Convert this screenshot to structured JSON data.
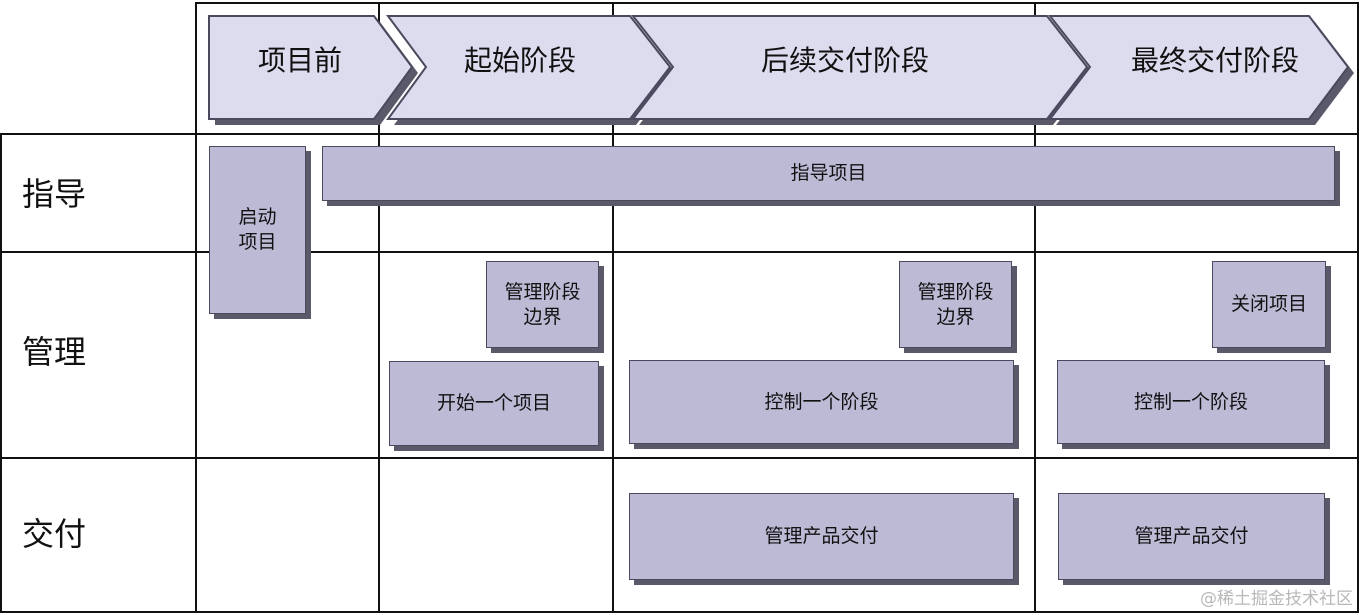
{
  "phases": [
    "项目前",
    "起始阶段",
    "后续交付阶段",
    "最终交付阶段"
  ],
  "rows": [
    "指导",
    "管理",
    "交付"
  ],
  "boxes": {
    "start_project": [
      "启动",
      "项目"
    ],
    "direct_project": "指导项目",
    "manage_stage_boundary_1": [
      "管理阶段",
      "边界"
    ],
    "initiate_project": "开始一个项目",
    "manage_stage_boundary_2": [
      "管理阶段",
      "边界"
    ],
    "control_stage_1": "控制一个阶段",
    "close_project": "关闭项目",
    "control_stage_2": "控制一个阶段",
    "manage_delivery_1": "管理产品交付",
    "manage_delivery_2": "管理产品交付"
  },
  "colors": {
    "box_fill": "#bdbad6",
    "chevron_fill": "#dddcef",
    "border": "#4a4a5e",
    "shadow": "#59596a"
  },
  "watermark": "@稀土掘金技术社区"
}
